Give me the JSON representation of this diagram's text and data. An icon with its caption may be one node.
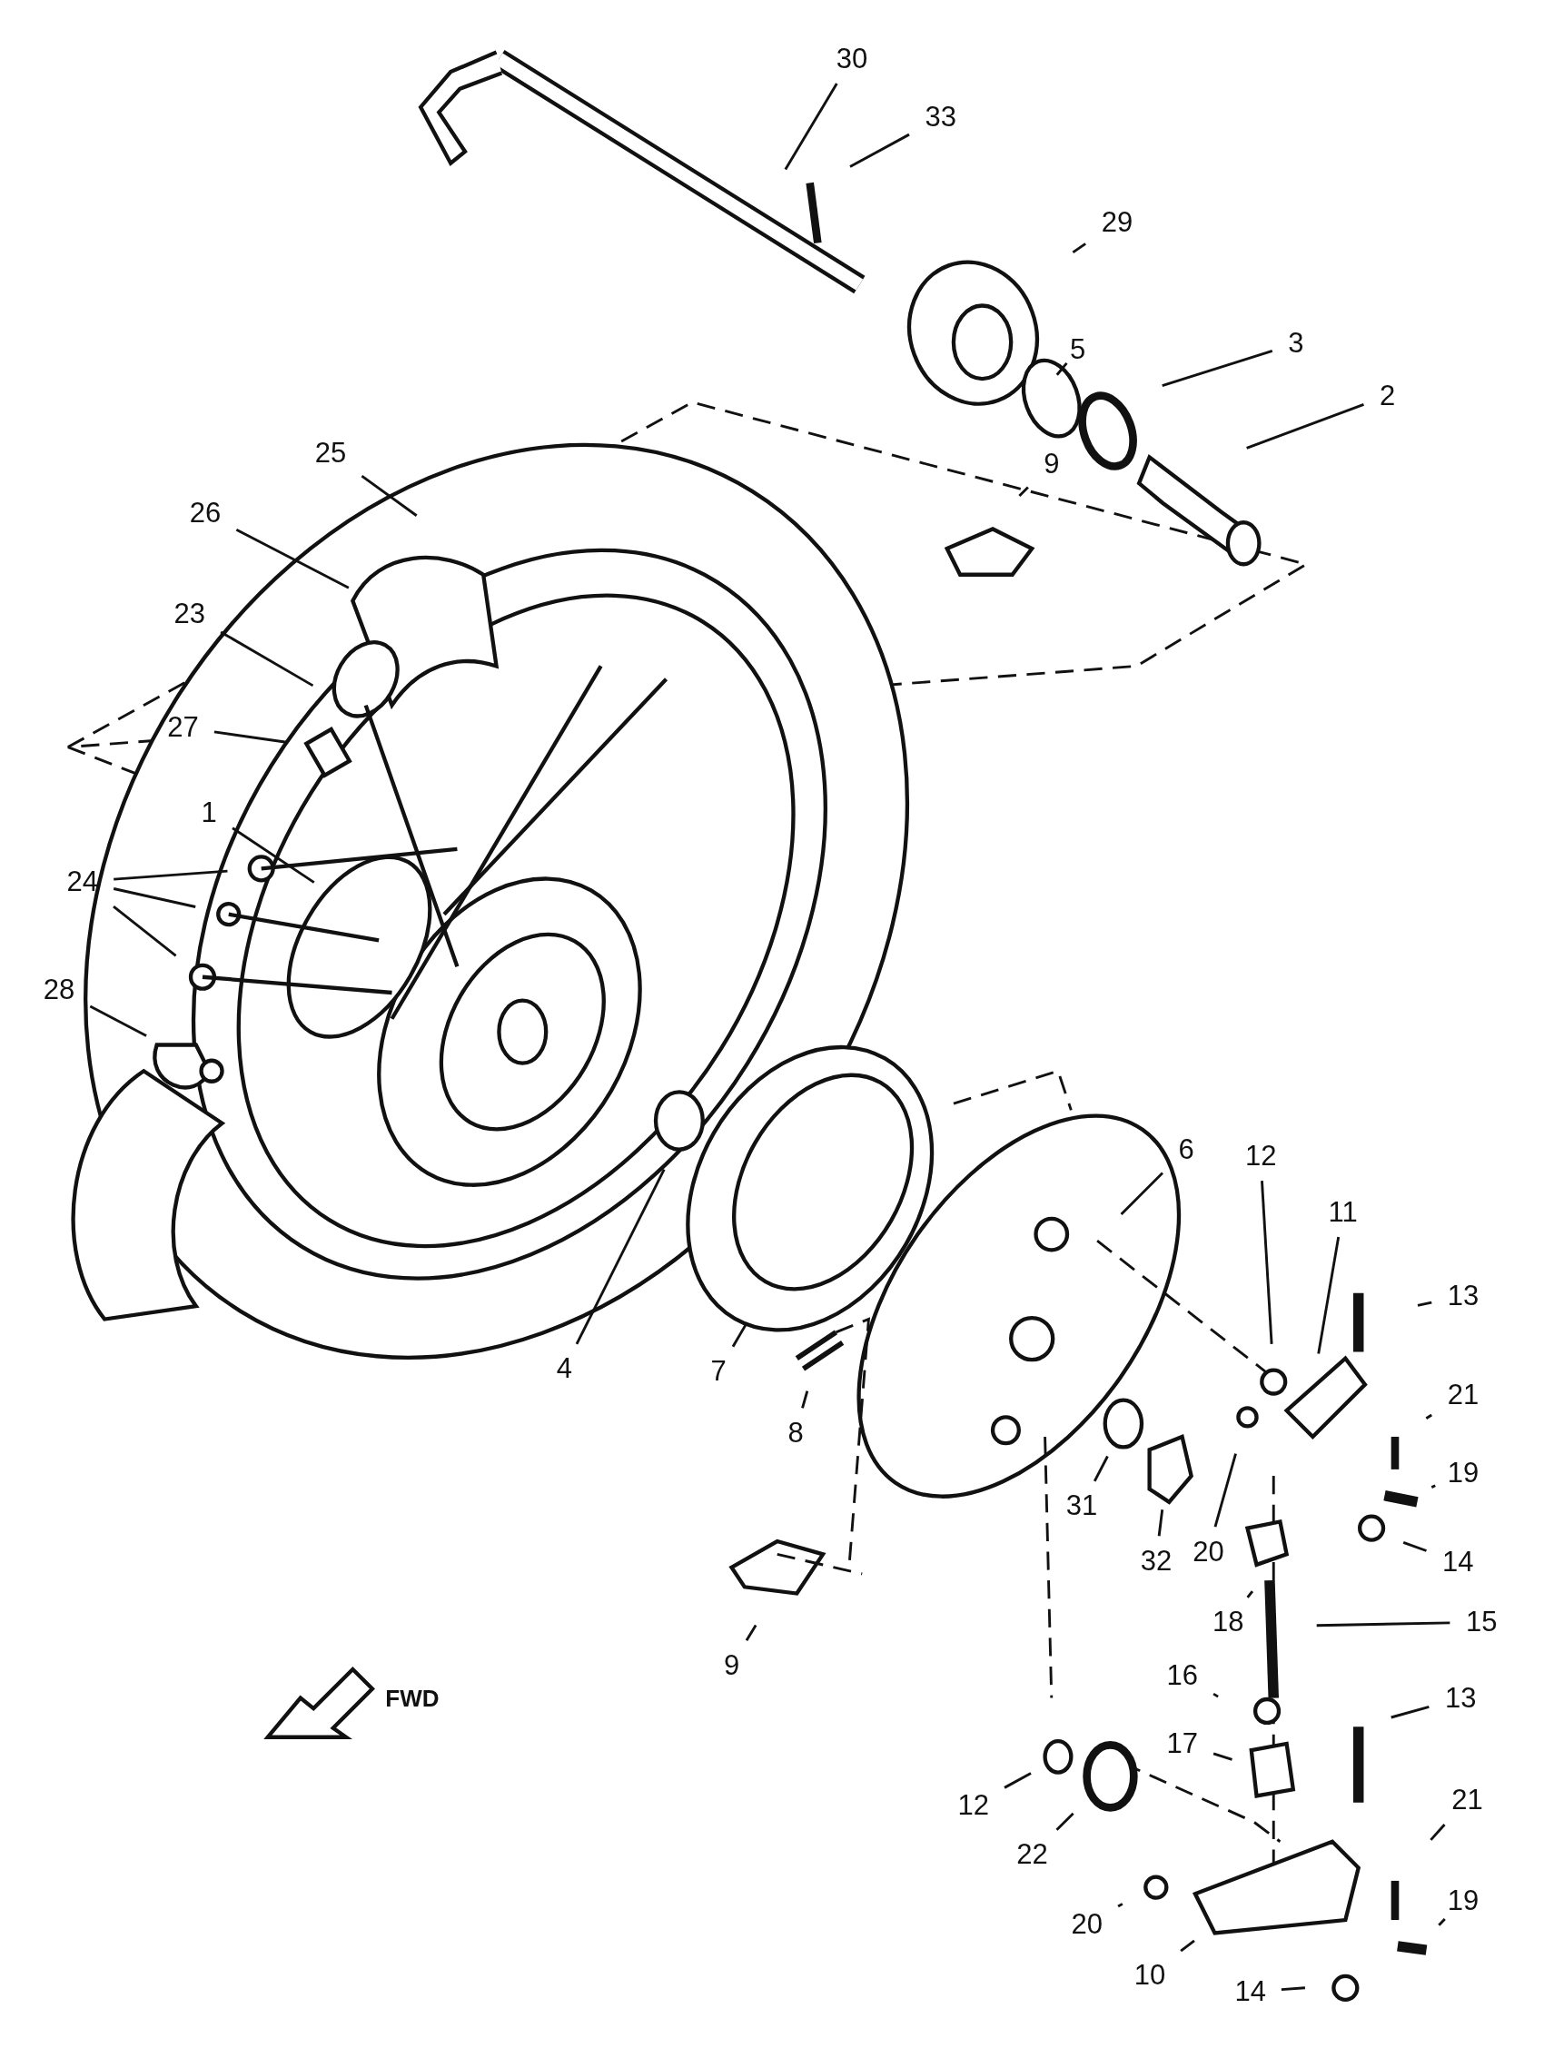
{
  "diagram": {
    "nodes": [
      {
        "text": [
          "30"
        ]
      },
      {
        "text": [
          "33"
        ]
      },
      {
        "text": [
          "29"
        ]
      },
      {
        "text": [
          "5"
        ]
      },
      {
        "text": [
          "3"
        ]
      },
      {
        "text": [
          "2"
        ]
      },
      {
        "text": [
          "25"
        ]
      },
      {
        "text": [
          "26"
        ]
      },
      {
        "text": [
          "23"
        ]
      },
      {
        "text": [
          "27"
        ]
      },
      {
        "text": [
          "1"
        ]
      },
      {
        "text": [
          "24"
        ]
      },
      {
        "text": [
          "9"
        ]
      },
      {
        "text": [
          "28"
        ]
      },
      {
        "text": [
          "6"
        ]
      },
      {
        "text": [
          "12"
        ]
      },
      {
        "text": [
          "11"
        ]
      },
      {
        "text": [
          "13"
        ]
      },
      {
        "text": [
          "4"
        ]
      },
      {
        "text": [
          "21"
        ]
      },
      {
        "text": [
          "7"
        ]
      },
      {
        "text": [
          "19"
        ]
      },
      {
        "text": [
          "8"
        ]
      },
      {
        "text": [
          "31"
        ]
      },
      {
        "text": [
          "32"
        ]
      },
      {
        "text": [
          "20"
        ]
      },
      {
        "text": [
          "14"
        ]
      },
      {
        "text": [
          "18"
        ]
      },
      {
        "text": [
          "15"
        ]
      },
      {
        "text": [
          "9"
        ]
      },
      {
        "text": [
          "16"
        ]
      },
      {
        "text": [
          "13"
        ]
      },
      {
        "text": [
          "17"
        ]
      },
      {
        "text": [
          "12"
        ]
      },
      {
        "text": [
          "21"
        ]
      },
      {
        "text": [
          "22"
        ]
      },
      {
        "text": [
          "19"
        ]
      },
      {
        "text": [
          "20"
        ]
      },
      {
        "text": [
          "10"
        ]
      },
      {
        "text": [
          "14"
        ]
      }
    ],
    "edges": [
      {
        "from": 0,
        "to": null,
        "arrow": "none"
      },
      {
        "from": 1,
        "to": null,
        "arrow": "none"
      },
      {
        "from": 2,
        "to": null,
        "arrow": "none"
      },
      {
        "from": 3,
        "to": null,
        "arrow": "none"
      },
      {
        "from": 4,
        "to": null,
        "arrow": "none"
      },
      {
        "from": 5,
        "to": null,
        "arrow": "none"
      },
      {
        "from": 6,
        "to": null,
        "arrow": "none"
      },
      {
        "from": 7,
        "to": null,
        "arrow": "none"
      },
      {
        "from": 8,
        "to": null,
        "arrow": "none"
      },
      {
        "from": 9,
        "to": null,
        "arrow": "none"
      },
      {
        "from": 10,
        "to": null,
        "arrow": "none"
      },
      {
        "from": 11,
        "to": null,
        "arrow": "none"
      },
      {
        "from": 11,
        "to": null,
        "arrow": "none"
      },
      {
        "from": 11,
        "to": null,
        "arrow": "none"
      },
      {
        "from": 12,
        "to": null,
        "arrow": "none"
      },
      {
        "from": 13,
        "to": null,
        "arrow": "none"
      },
      {
        "from": 14,
        "to": null,
        "arrow": "none"
      },
      {
        "from": 15,
        "to": null,
        "arrow": "none"
      },
      {
        "from": 16,
        "to": null,
        "arrow": "none"
      },
      {
        "from": 17,
        "to": null,
        "arrow": "none"
      },
      {
        "from": 18,
        "to": null,
        "arrow": "none"
      },
      {
        "from": 19,
        "to": null,
        "arrow": "none"
      },
      {
        "from": 20,
        "to": null,
        "arrow": "none"
      },
      {
        "from": 21,
        "to": null,
        "arrow": "none"
      },
      {
        "from": 22,
        "to": null,
        "arrow": "none"
      },
      {
        "from": 23,
        "to": null,
        "arrow": "none"
      },
      {
        "from": 24,
        "to": null,
        "arrow": "none"
      },
      {
        "from": 25,
        "to": null,
        "arrow": "none"
      },
      {
        "from": 26,
        "to": null,
        "arrow": "none"
      },
      {
        "from": 27,
        "to": null,
        "arrow": "none"
      },
      {
        "from": 28,
        "to": null,
        "arrow": "none"
      },
      {
        "from": 29,
        "to": null,
        "arrow": "none"
      },
      {
        "from": 30,
        "to": null,
        "arrow": "none"
      },
      {
        "from": 31,
        "to": null,
        "arrow": "none"
      },
      {
        "from": 32,
        "to": null,
        "arrow": "none"
      },
      {
        "from": 33,
        "to": null,
        "arrow": "none"
      },
      {
        "from": 34,
        "to": null,
        "arrow": "none"
      },
      {
        "from": 35,
        "to": null,
        "arrow": "none"
      },
      {
        "from": 36,
        "to": null,
        "arrow": "none"
      },
      {
        "from": 37,
        "to": null,
        "arrow": "none"
      },
      {
        "from": 38,
        "to": null,
        "arrow": "none"
      },
      {
        "from": 39,
        "to": null,
        "arrow": "none"
      }
    ],
    "labels": [
      "FWD"
    ]
  }
}
